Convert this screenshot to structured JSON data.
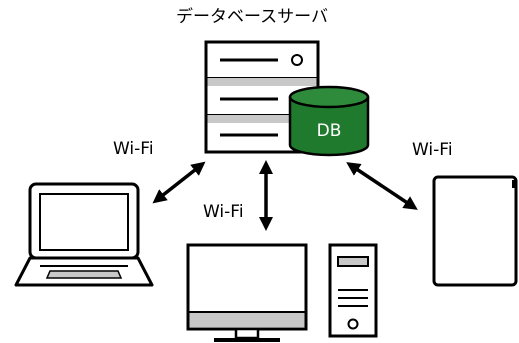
{
  "diagram": {
    "server_title": "データベースサーバ",
    "db_label": "DB",
    "wifi_labels": {
      "laptop": "Wi-Fi",
      "desktop": "Wi-Fi",
      "tablet": "Wi-Fi"
    },
    "colors": {
      "db_fill": "#1f7a2e",
      "db_top": "#2e8b3b",
      "gray_band": "#c8c8c8",
      "stroke": "#000000"
    },
    "icons": [
      "server-icon",
      "database-icon",
      "laptop-icon",
      "monitor-icon",
      "pc-tower-icon",
      "tablet-icon"
    ]
  }
}
